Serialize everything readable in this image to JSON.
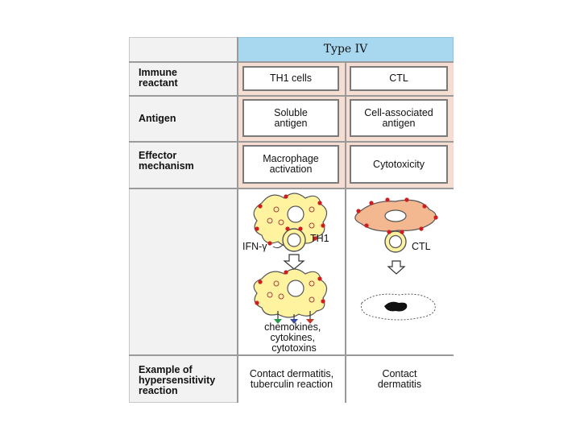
{
  "header": {
    "type_label": "Type IV"
  },
  "rows": [
    {
      "label": "Immune\nreactant",
      "col1": "TH1 cells",
      "col2": "CTL"
    },
    {
      "label": "Antigen",
      "col1": "Soluble\nantigen",
      "col2": "Cell-associated\nantigen"
    },
    {
      "label": "Effector\nmechanism",
      "col1": "Macrophage\nactivation",
      "col2": "Cytotoxicity"
    },
    {
      "label": "Example of\nhypersensitivity\nreaction",
      "col1": "Contact dermatitis,\ntuberculin reaction",
      "col2": "Contact\ndermatitis"
    }
  ],
  "illustration": {
    "ifn_label": "IFN-γ",
    "th1_label": "TH1",
    "ctl_label": "CTL",
    "products_label": "chemokines,\ncytokines,\ncytotoxins",
    "colors": {
      "macrophage": "#fff3a0",
      "target_cell": "#f4b890",
      "antigen_dot": "#d01c1c",
      "arrow_green": "#2a9a4a",
      "arrow_blue": "#3a4aa8",
      "arrow_red": "#c0392b"
    }
  }
}
